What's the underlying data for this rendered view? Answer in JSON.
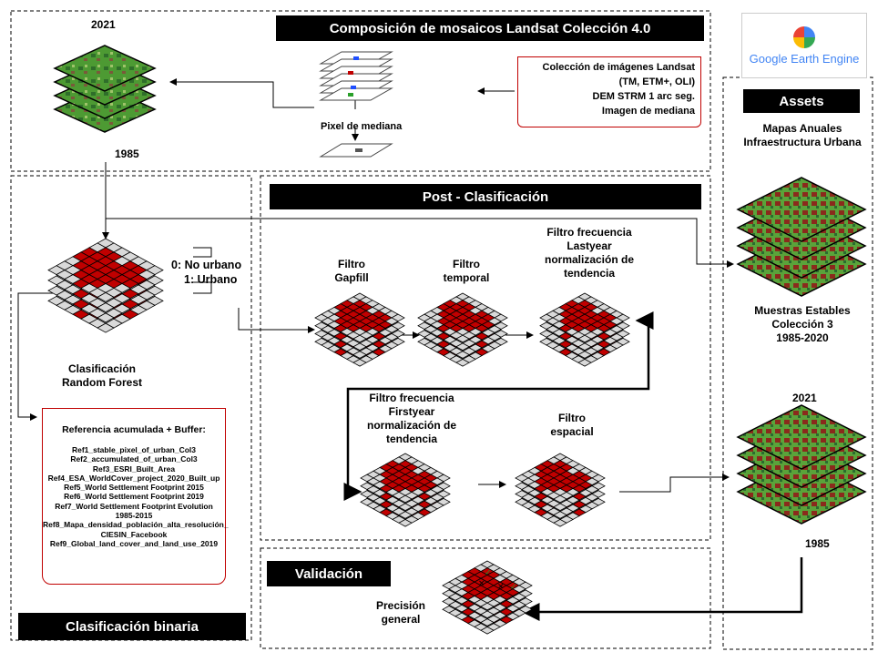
{
  "header": {
    "title": "Composición de mosaicos Landsat Colección 4.0",
    "gee_logo": "Google Earth Engine"
  },
  "mosaic": {
    "year_top": "2021",
    "year_bottom": "1985",
    "pixel_label": "Pixel de mediana",
    "inputs": [
      "Colección de imágenes Landsat",
      "(TM, ETM+, OLI)",
      "DEM STRM 1 arc seg.",
      "Imagen de mediana"
    ]
  },
  "post": {
    "title": "Post - Clasificación",
    "gapfill": "Filtro\nGapfill",
    "temporal": "Filtro\ntemporal",
    "lastyear": "Filtro frecuencia\nLastyear\nnormalización de\ntendencia",
    "firstyear": "Filtro frecuencia\nFirstyear\nnormalización de\ntendencia",
    "espacial": "Filtro\nespacial"
  },
  "binary": {
    "legend_0": "0: No urbano",
    "legend_1": "1: Urbano",
    "classifier": "Clasificación\nRandom Forest",
    "section_title": "Clasificación binaria",
    "ref_title": "Referencia acumulada + Buffer:",
    "refs": [
      "Ref1_stable_pixel_of_urban_Col3",
      "Ref2_accumulated_of_urban_Col3",
      "Ref3_ESRI_Built_Area",
      "Ref4_ESA_WorldCover_project_2020_Built_up",
      "Ref5_World Settlement Footprint 2015",
      "Ref6_World Settlement Footprint 2019",
      "Ref7_World Settlement Footprint Evolution",
      "1985-2015",
      "Ref8_Mapa_densidad_población_alta_resolución_",
      "CIESIN_Facebook",
      "Ref9_Global_land_cover_and_land_use_2019"
    ]
  },
  "validation": {
    "title": "Validación",
    "label": "Precisión\ngeneral"
  },
  "assets": {
    "title": "Assets",
    "subtitle": "Mapas Anuales\nInfraestructura Urbana",
    "stable": "Muestras Estables\nColección 3\n1985-2020",
    "year_top": "2021",
    "year_bottom": "1985"
  },
  "colors": {
    "urban_red": "#c00000",
    "grid_gray": "#d9d9d9",
    "map_green": "#3f8f2a",
    "map_dark": "#1e5c2a",
    "urban_map": "#8a2a1c"
  }
}
